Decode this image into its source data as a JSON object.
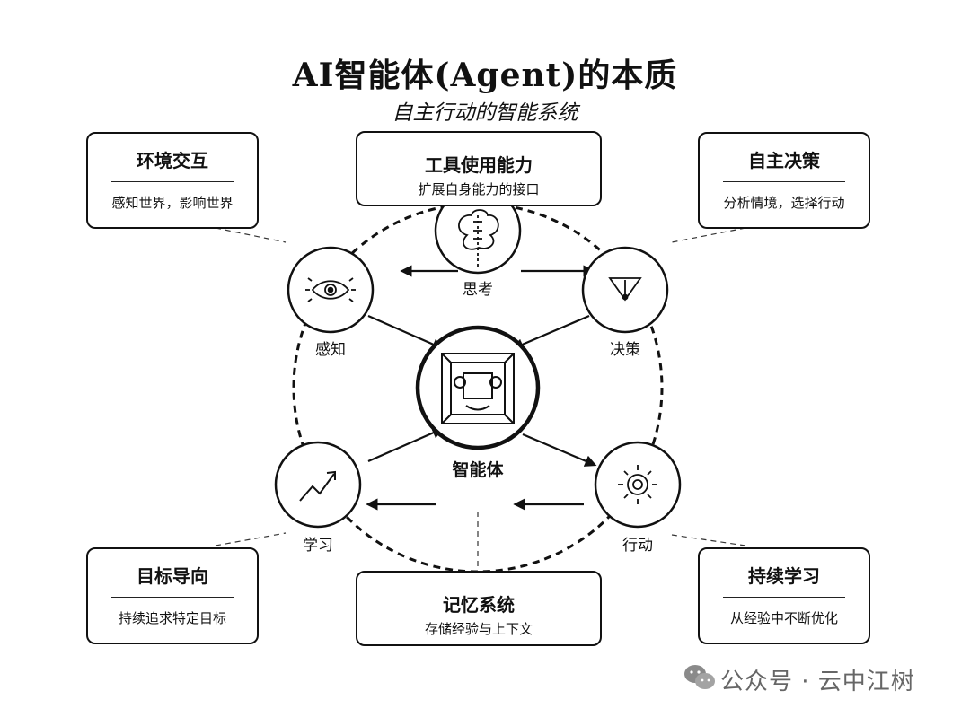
{
  "title": "AI智能体(Agent)的本质",
  "subtitle": "自主行动的智能系统",
  "boxes": {
    "env": {
      "title": "环境交互",
      "desc": "感知世界，影响世界"
    },
    "tools": {
      "title": "工具使用能力",
      "desc": "扩展自身能力的接口"
    },
    "decision": {
      "title": "自主决策",
      "desc": "分析情境，选择行动"
    },
    "goal": {
      "title": "目标导向",
      "desc": "持续追求特定目标"
    },
    "memory": {
      "title": "记忆系统",
      "desc": "存储经验与上下文"
    },
    "learning": {
      "title": "持续学习",
      "desc": "从经验中不断优化"
    }
  },
  "nodes": {
    "think": "思考",
    "perceive": "感知",
    "decide": "决策",
    "learn": "学习",
    "act": "行动",
    "center": "智能体"
  },
  "watermark": "公众号 · 云中江树"
}
